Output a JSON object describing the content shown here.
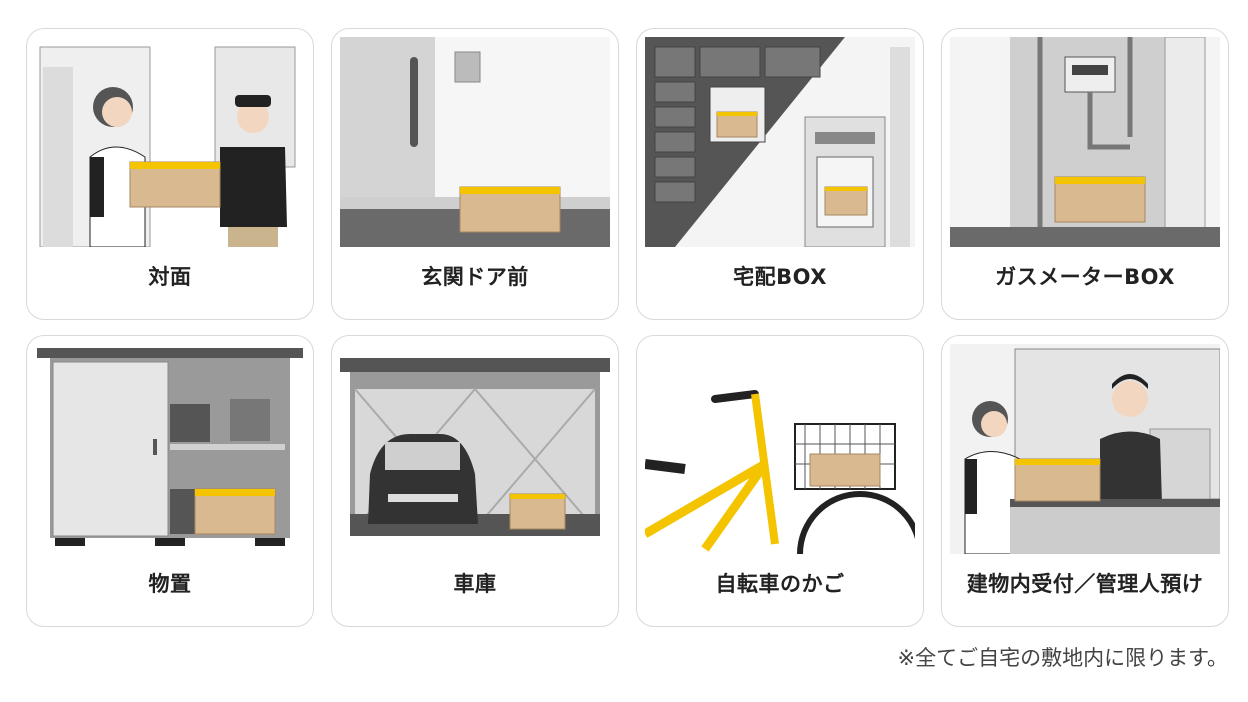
{
  "cards": [
    {
      "label": "対面",
      "icon": "face-to-face-handover-illustration"
    },
    {
      "label": "玄関ドア前",
      "icon": "front-door-package-illustration"
    },
    {
      "label": "宅配BOX",
      "icon": "delivery-box-locker-illustration"
    },
    {
      "label": "ガスメーターBOX",
      "icon": "gas-meter-box-illustration"
    },
    {
      "label": "物置",
      "icon": "storage-shed-illustration"
    },
    {
      "label": "車庫",
      "icon": "garage-car-illustration"
    },
    {
      "label": "自転車のかご",
      "icon": "bicycle-basket-illustration"
    },
    {
      "label": "建物内受付／管理人預け",
      "icon": "reception-desk-illustration"
    }
  ],
  "footnote": "※全てご自宅の敷地内に限ります。",
  "colors": {
    "accent": "#f5c400",
    "box": "#d9b98f",
    "tape": "#f5c400",
    "gray": "#b5b5b5"
  }
}
